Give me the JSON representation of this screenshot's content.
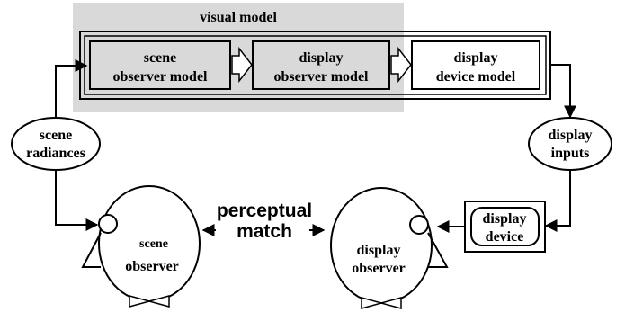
{
  "visual_model": {
    "title": "visual model",
    "scene_observer_model": [
      "scene",
      "observer model"
    ],
    "display_observer_model": [
      "display",
      "observer model"
    ],
    "display_device_model": [
      "display",
      "device model"
    ]
  },
  "scene_radiances": [
    "scene",
    "radiances"
  ],
  "display_inputs": [
    "display",
    "inputs"
  ],
  "display_device": [
    "display",
    "device"
  ],
  "scene_observer": [
    "scene",
    "observer"
  ],
  "display_observer": [
    "display",
    "observer"
  ],
  "perceptual_match": [
    "perceptual",
    "match"
  ],
  "colors": {
    "shaded_region": "#d9d9d9",
    "shaded_box": "#d9d9d9",
    "line": "#000000"
  }
}
